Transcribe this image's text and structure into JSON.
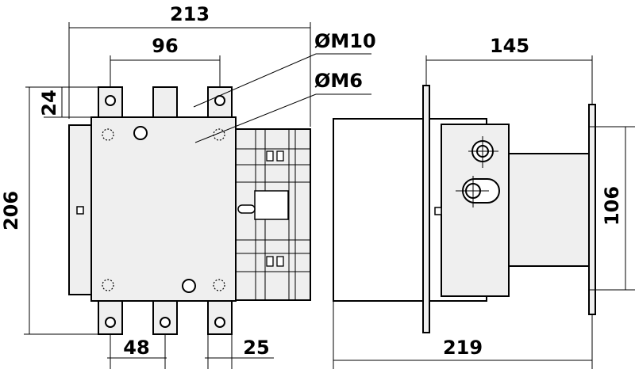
{
  "dimensions": {
    "overall_width": "213",
    "terminal_spacing_top": "96",
    "terminal_height": "24",
    "overall_height": "206",
    "terminal_spacing_bottom": "48",
    "terminal_offset": "25",
    "thread_large": "ØM10",
    "thread_small": "ØM6",
    "side_depth": "145",
    "side_overall": "219",
    "mount_hole_spacing": "106"
  }
}
